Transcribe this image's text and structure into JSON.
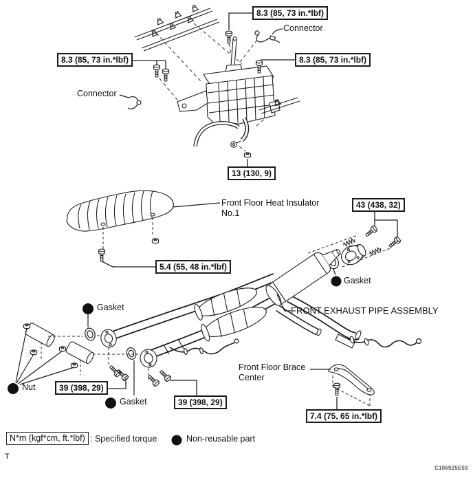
{
  "diagram": {
    "drawing_code": "C106925E03",
    "page_marker": "T",
    "callouts": {
      "shift_bolt_top": "8.3 (85, 73 in.*lbf)",
      "shift_bolt_left": "8.3 (85, 73 in.*lbf)",
      "shift_bolt_right": "8.3 (85, 73 in.*lbf)",
      "shift_nut": "13 (130, 9)",
      "insulator_bolt": "5.4 (55, 48 in.*lbf)",
      "tailpipe_flange": "43 (438, 32)",
      "front_flange_left": "39 (398, 29)",
      "front_flange_right": "39 (398, 29)",
      "brace_bolt": "7.4 (75, 65 in.*lbf)"
    },
    "labels": {
      "connector_top": "Connector",
      "connector_left": "Connector",
      "heat_insulator_line1": "Front Floor Heat Insulator",
      "heat_insulator_line2": "No.1",
      "gasket_upper": "Gasket",
      "gasket_left": "Gasket",
      "gasket_lower": "Gasket",
      "nut": "Nut",
      "front_exhaust": "FRONT EXHAUST PIPE ASSEMBLY",
      "brace_line1": "Front Floor Brace",
      "brace_line2": "Center"
    },
    "legend": {
      "torque_box": "N*m (kgf*cm, ft.*lbf)",
      "torque_desc": ": Specified torque",
      "nonreusable_desc": "Non-reusable part"
    }
  }
}
